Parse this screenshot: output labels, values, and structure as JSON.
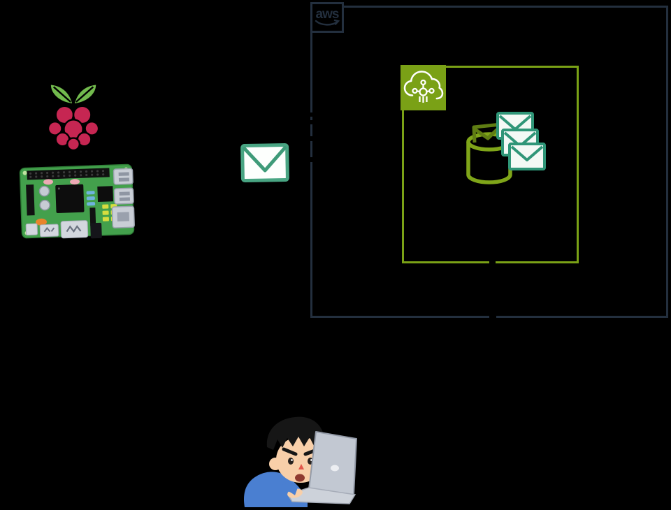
{
  "colors": {
    "background": "#000000",
    "aws_border": "#232F3E",
    "group_border": "#7AA116",
    "iot_icon_bg": "#7AA116",
    "mail_green": "#49A583",
    "cylinder_green": "#7FA519",
    "inserted_envelope_green": "#5F7D13",
    "stacked_envelope_stroke": "#2F9678",
    "stacked_envelope_fill": "#F3F9F5",
    "berry_red": "#C62652",
    "leaf_green": "#72BA4D",
    "board_green": "#43A04C",
    "shirt_blue": "#4A7FD1",
    "skin": "#F8CFA9",
    "laptop_gray": "#C2C8D2"
  },
  "aws_cloud_box": {
    "logo_text": "aws"
  },
  "icons": [
    {
      "name": "aws-logo",
      "desc": "aws wordmark with smile arrow in bordered square"
    },
    {
      "name": "raspberry-pi-logo",
      "desc": "raspberry with two leaves"
    },
    {
      "name": "raspberry-pi-board",
      "desc": "single-board computer illustration"
    },
    {
      "name": "mail-envelope-icon",
      "desc": "white envelope with green outline"
    },
    {
      "name": "aws-iot-core-icon",
      "desc": "white cloud with circuit on green square"
    },
    {
      "name": "message-store-icon",
      "desc": "green cylinder receiving envelope plus stack of three envelopes"
    },
    {
      "name": "person-at-laptop",
      "desc": "man in blue shirt working on gray laptop"
    }
  ]
}
